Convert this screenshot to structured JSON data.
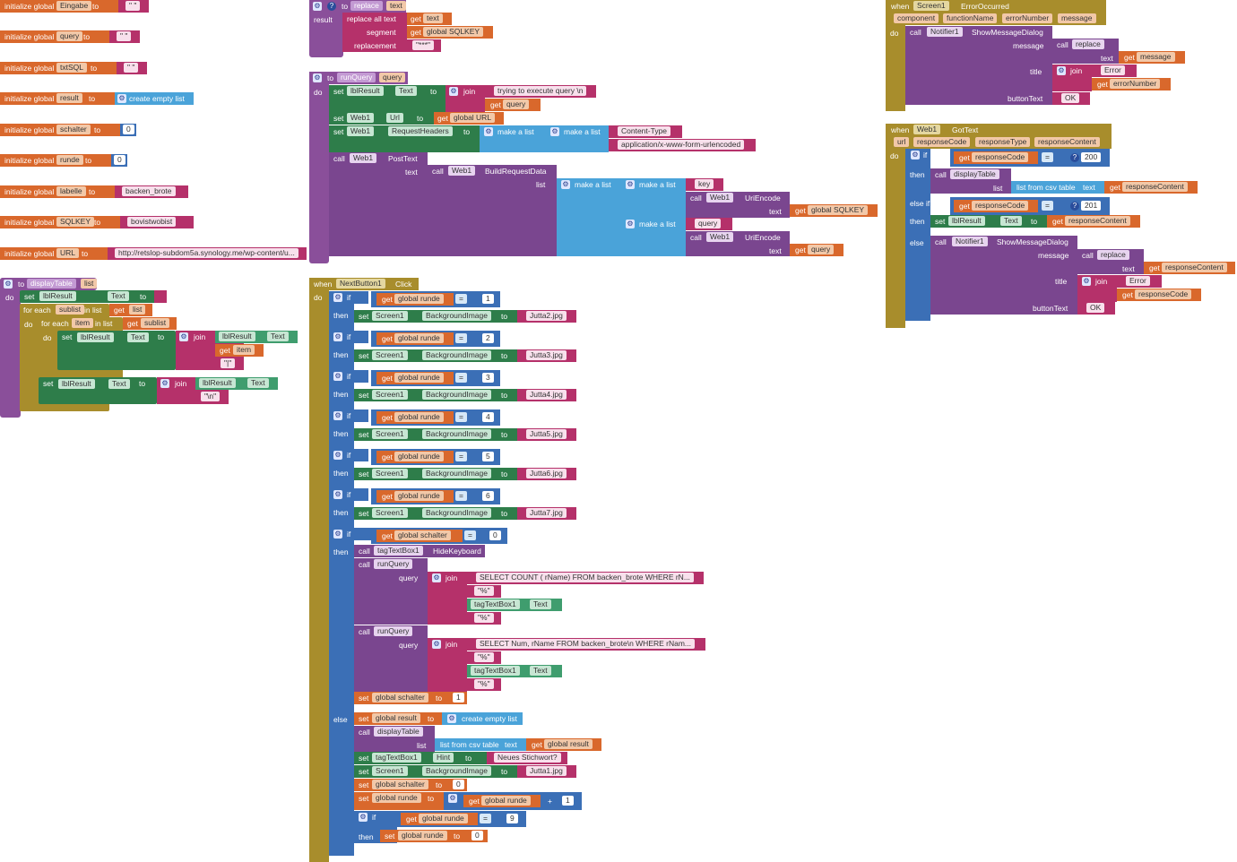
{
  "globals": [
    {
      "label": "initialize global",
      "name": "Eingabe",
      "to": "to",
      "value": "\" \""
    },
    {
      "label": "initialize global",
      "name": "query",
      "to": "to",
      "value": "\" \""
    },
    {
      "label": "initialize global",
      "name": "txtSQL",
      "to": "to",
      "value": "\" \""
    },
    {
      "label": "initialize global",
      "name": "result",
      "to": "to",
      "value": "create empty list"
    },
    {
      "label": "initialize global",
      "name": "schalter",
      "to": "to",
      "value": "0"
    },
    {
      "label": "initialize global",
      "name": "runde",
      "to": "to",
      "value": "0"
    },
    {
      "label": "initialize global",
      "name": "labelle",
      "to": "to",
      "value": "backen_brote"
    },
    {
      "label": "initialize global",
      "name": "SQLKEY",
      "to": "to",
      "value": "bovistwobist"
    },
    {
      "label": "initialize global",
      "name": "URL",
      "to": "to",
      "value": "http://retslop-subdom5a.synology.me/wp-content/u..."
    }
  ],
  "replace_proc": {
    "to": "to",
    "name": "replace",
    "param": "text",
    "result": "result",
    "replace_all": "replace all text",
    "get": "get",
    "text_arg": "text",
    "segment": "segment",
    "get2": "get",
    "sqlkey": "global SQLKEY",
    "replacement": "replacement",
    "stars": "\"***\""
  },
  "runquery": {
    "to": "to",
    "name": "runQuery",
    "param": "query",
    "do": "do",
    "set": "set",
    "lbl": "lblResult",
    "text_prop": "Text",
    "to2": "to",
    "join": "join",
    "s1": "trying to execute query \\n",
    "get": "get",
    "query": "query",
    "set_web": "set",
    "web1": "Web1",
    "url_prop": "Url",
    "get_url": "global URL",
    "headers": "RequestHeaders",
    "make_list": "make a list",
    "ct": "Content-Type",
    "ct_val": "application/x-www-form-urlencoded",
    "call": "call",
    "posttext": "PostText",
    "text_lbl": "text",
    "build": "BuildRequestData",
    "list_lbl": "list",
    "key": "key",
    "uriencode": "UriEncode",
    "sqlkey": "global SQLKEY",
    "query_str": "query",
    "query_get": "query"
  },
  "displaytable": {
    "to": "to",
    "name": "displayTable",
    "param": "list",
    "do": "do",
    "set": "set",
    "lbl": "lblResult",
    "text": "Text",
    "to2": "to",
    "foreach": "for each",
    "sublist": "sublist",
    "in_list": "in list",
    "get": "get",
    "list": "list",
    "item": "item",
    "join": "join",
    "pipe": "\"|\"",
    "nl": "\"\\n\""
  },
  "error": {
    "when": "when",
    "screen": "Screen1",
    "event": "ErrorOccurred",
    "p1": "component",
    "p2": "functionName",
    "p3": "errorNumber",
    "p4": "message",
    "do": "do",
    "call": "call",
    "notifier": "Notifier1",
    "show": "ShowMessageDialog",
    "message": "message",
    "replace": "replace",
    "text": "text",
    "get": "get",
    "msg": "message",
    "title": "title",
    "join": "join",
    "err": "Error",
    "errnum": "errorNumber",
    "button": "buttonText",
    "ok": "OK"
  },
  "gottext": {
    "when": "when",
    "web": "Web1",
    "event": "GotText",
    "p1": "url",
    "p2": "responseCode",
    "p3": "responseType",
    "p4": "responseContent",
    "do": "do",
    "if": "if",
    "get": "get",
    "rc": "responseCode",
    "eq": "=",
    "v200": "200",
    "then": "then",
    "call": "call",
    "disp": "displayTable",
    "list": "list",
    "csv": "list from csv table",
    "text": "text",
    "rcontent": "responseContent",
    "elseif": "else if",
    "v201": "201",
    "set": "set",
    "lbl": "lblResult",
    "tprop": "Text",
    "to": "to",
    "else": "else",
    "notifier": "Notifier1",
    "show": "ShowMessageDialog",
    "message": "message",
    "replace": "replace",
    "title": "title",
    "join": "join",
    "err": "Error",
    "button": "buttonText",
    "ok": "OK"
  },
  "next": {
    "when": "when",
    "btn": "NextButton1",
    "event": "Click",
    "do": "do",
    "if": "if",
    "then": "then",
    "get": "get",
    "runde": "global runde",
    "eq": "=",
    "set": "set",
    "screen": "Screen1",
    "bg": "BackgroundImage",
    "to": "to",
    "rows": [
      {
        "n": "1",
        "img": "Jutta2.jpg"
      },
      {
        "n": "2",
        "img": "Jutta3.jpg"
      },
      {
        "n": "3",
        "img": "Jutta4.jpg"
      },
      {
        "n": "4",
        "img": "Jutta5.jpg"
      },
      {
        "n": "5",
        "img": "Jutta6.jpg"
      },
      {
        "n": "6",
        "img": "Jutta7.jpg"
      }
    ],
    "schalter": "global schalter",
    "zero": "0",
    "call": "call",
    "tag": "tagTextBox1",
    "hide": "HideKeyboard",
    "runq": "runQuery",
    "query": "query",
    "join": "join",
    "sql1": "SELECT COUNT ( rName) FROM backen_brote WHERE rN...",
    "pct": "\"%\"",
    "textp": "Text",
    "sql2": "SELECT Num, rName FROM backen_brote\\n WHERE rNam...",
    "one": "1",
    "else": "else",
    "result": "global result",
    "empty": "create empty list",
    "disp": "displayTable",
    "list": "list",
    "csv": "list from csv table",
    "text": "text",
    "hint": "Hint",
    "neues": "Neues Stichwort?",
    "jutta1": "Jutta1.jpg",
    "plus": "+",
    "nine": "9"
  }
}
